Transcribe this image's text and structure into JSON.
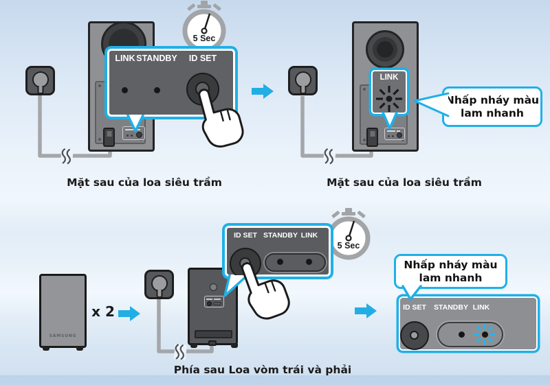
{
  "accent_color": "#1fb0e8",
  "subwoofer_steps": {
    "press": {
      "timer": "5 Sec",
      "labels": {
        "link": "LINK",
        "standby": "STANDBY",
        "id_set": "ID SET"
      },
      "caption": "Mặt sau của loa siêu trầm"
    },
    "result": {
      "label_link": "LINK",
      "bubble": {
        "line1": "Nhấp nháy màu",
        "line2": "lam nhanh"
      },
      "caption": "Mặt sau của loa siêu trầm"
    }
  },
  "surround_steps": {
    "multiplier": "x 2",
    "brand": "SAMSUNG",
    "press": {
      "timer": "5 Sec",
      "labels": {
        "id_set": "ID SET",
        "standby": "STANDBY",
        "link": "LINK"
      },
      "caption": "Phía sau Loa vòm trái và phải"
    },
    "result": {
      "labels": {
        "id_set": "ID SET",
        "standby": "STANDBY",
        "link": "LINK"
      },
      "bubble": {
        "line1": "Nhấp nháy màu",
        "line2": "lam nhanh"
      }
    }
  }
}
